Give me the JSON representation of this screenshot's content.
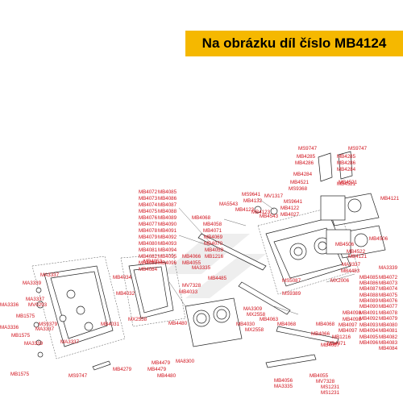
{
  "header": {
    "title": "Na obrázku díl číslo MB4124",
    "accent_color": "#f5b800",
    "label_color": "#d0101a"
  },
  "labels": {
    "top_right": [
      "MS9747",
      "MS9747",
      "MB4285",
      "MB4285",
      "MB4286",
      "MB4286",
      "MB4284",
      "MB4284",
      "MB4521",
      "MB4521",
      "MS9368"
    ],
    "mid_top": [
      "MS9641",
      "MB4132",
      "MB4123",
      "MV1317",
      "MB4122",
      "MS9641",
      "MB4123",
      "MB4543",
      "MA5543",
      "MB4027"
    ],
    "right_side": [
      "MB4121",
      "MB4506",
      "MB4522",
      "MB4506",
      "MB4521",
      "MB4121",
      "MB4483",
      "MA3337",
      "MA3339"
    ],
    "left_column": [
      "MB4072",
      "MB4073",
      "MB4074",
      "MB4075",
      "MB4076",
      "MB4077",
      "MB4078",
      "MB4079",
      "MB4080",
      "MB4081",
      "MB4082",
      "MB4083",
      "MB4084"
    ],
    "left_column_2": [
      "MB4085",
      "MB4086",
      "MB4087",
      "MB4088",
      "MB4089",
      "MB4090",
      "MB4091",
      "MB4092",
      "MB4093",
      "MB4094",
      "MB4095",
      "MB4096"
    ],
    "center_labels": [
      "MB4068",
      "MB4058",
      "MB4071",
      "MB4069",
      "MB4070",
      "MB4059",
      "MB1216",
      "MB4066",
      "MB4053",
      "MB4055",
      "MA3335",
      "MB4485",
      "MB4034",
      "MV7328",
      "MB4032",
      "MB4033",
      "MX2558",
      "MB4031",
      "MS5087",
      "MS9389",
      "MX2006"
    ],
    "bottom_labels": [
      "MA3309",
      "MX2558",
      "MB4030",
      "MB4063",
      "MX2558",
      "MB4480",
      "MA8300",
      "MB4479",
      "MB4479",
      "MB4480",
      "MB4279",
      "MB4056",
      "MB4055",
      "MV7328",
      "MS1231",
      "MS1231",
      "MA3335",
      "MB4067",
      "MB4068",
      "MB4068",
      "MB4066"
    ],
    "left_bottom": [
      "MA3337",
      "MA3339",
      "MA3337",
      "MV0293",
      "MA3336",
      "MB1575",
      "MS9379",
      "MA3336",
      "MA3337",
      "MB1575",
      "MA3339",
      "MA3337",
      "MB1575",
      "MS9747"
    ],
    "right_bottom": [
      "MB4072",
      "MB4073",
      "MB4074",
      "MB4075",
      "MB4076",
      "MB4077",
      "MB4078",
      "MB4079",
      "MB4080",
      "MB4081",
      "MB4082",
      "MB4083",
      "MB4084"
    ],
    "right_bottom_2": [
      "MB4085",
      "MB4086",
      "MB4087",
      "MB4088",
      "MB4089",
      "MB4090",
      "MB4091",
      "MB4092",
      "MB4093",
      "MB4094",
      "MB4095",
      "MB4096",
      "MB4098",
      "MB4098",
      "MB4097",
      "MB4097",
      "MB1216",
      "MB4071"
    ]
  }
}
